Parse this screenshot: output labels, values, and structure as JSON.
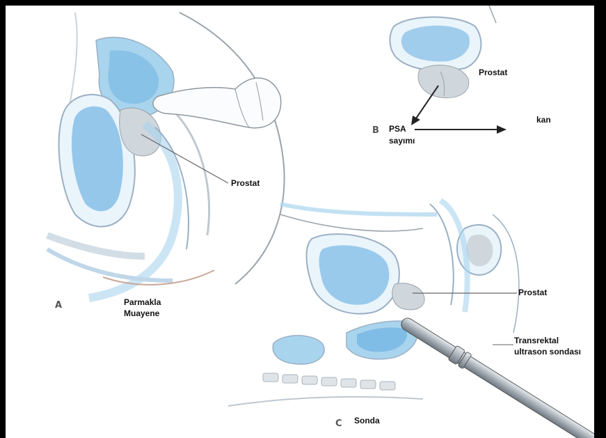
{
  "figure": {
    "panels": [
      {
        "id": "A",
        "letter": "A",
        "caption_line1": "Parmakla",
        "caption_line2": "Muayene",
        "organ_label": "Prostat"
      },
      {
        "id": "B",
        "letter": "B",
        "organ_label": "Prostat",
        "psa_line1": "PSA",
        "psa_line2": "sayımı",
        "blood_label": "kan"
      },
      {
        "id": "C",
        "letter": "C",
        "organ_label": "Prostat",
        "probe_line1": "Transrektal",
        "probe_line2": "ultrason sondası",
        "caption": "Sonda"
      }
    ]
  },
  "colors": {
    "tissue_blue": "#a9d4ee",
    "fill_blue": "#6fb3e2",
    "outline": "#9ab0c4",
    "gray_tissue": "#cfd6dc",
    "leader": "#666666"
  }
}
